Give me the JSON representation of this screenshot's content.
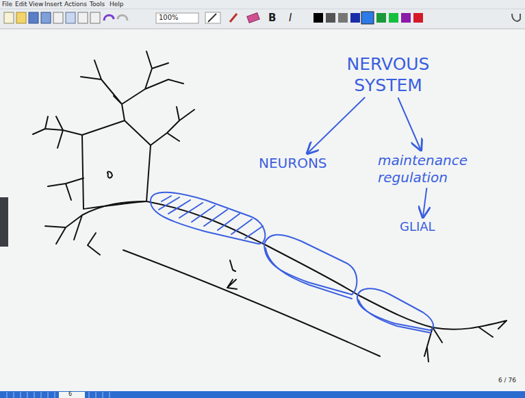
{
  "diagram": {
    "nodes": [
      {
        "text": [
          "NERVOUS SYSTEM"
        ]
      },
      {
        "text": [
          "NEURONS"
        ]
      },
      {
        "text": [
          "maintenance regulation"
        ]
      },
      {
        "text": [
          "GLIAL"
        ]
      }
    ],
    "edges": [
      {
        "from": 0,
        "to": 1,
        "arrow": "to"
      },
      {
        "from": 0,
        "to": 2,
        "arrow": "to"
      },
      {
        "from": 2,
        "to": 3,
        "arrow": "to"
      }
    ],
    "labels": [
      "File",
      "Edit",
      "View",
      "Insert",
      "Actions",
      "Tools",
      "Help",
      "100%",
      "B",
      "I",
      "6 / 76",
      "6"
    ]
  }
}
